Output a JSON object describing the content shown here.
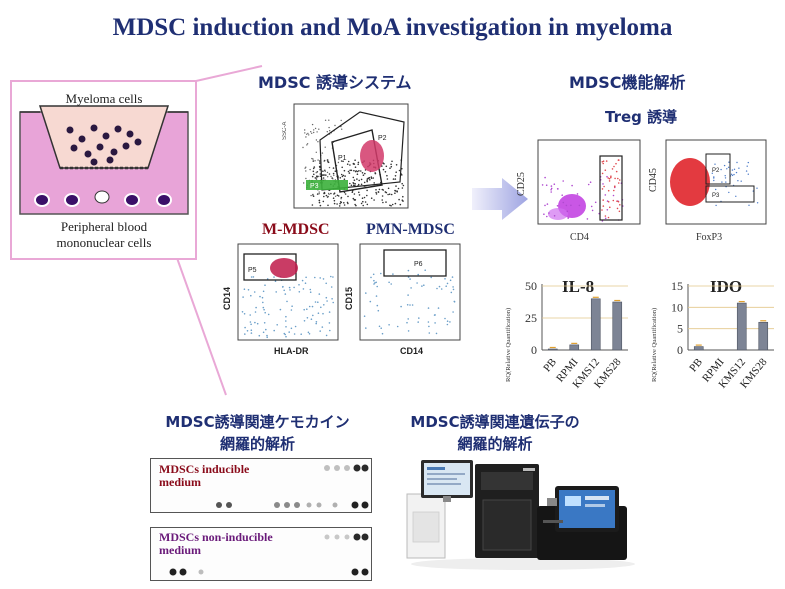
{
  "title": "MDSC induction and MoA investigation in myeloma",
  "induction": {
    "heading": "MDSC 誘導システム",
    "well_top_label": "Myeloma cells",
    "well_bottom_label_1": "Peripheral blood",
    "well_bottom_label_2": "mononuclear cells",
    "m_mdsc_label": "M-MDSC",
    "pmn_mdsc_label": "PMN-MDSC",
    "m_plot": {
      "gate": "P5",
      "x_axis": "HLA-DR",
      "y_axis": "CD14"
    },
    "pmn_plot": {
      "gate": "P6",
      "x_axis": "CD14",
      "y_axis": "CD15"
    },
    "scatter_gates": [
      "P1",
      "P2",
      "P3"
    ]
  },
  "function": {
    "heading": "MDSC機能解析",
    "treg_heading": "Treg 誘導",
    "cd25_plot": {
      "x_axis": "CD4",
      "y_axis": "CD25"
    },
    "cd45_plot": {
      "x_axis": "FoxP3",
      "y_axis": "CD45",
      "gates": [
        "P2",
        "P3"
      ]
    }
  },
  "chart_data": [
    {
      "type": "bar",
      "title": "IL-8",
      "ylabel": "RQ(Relative Quantification)",
      "categories": [
        "PB",
        "RPMI",
        "KMS12",
        "KMS28"
      ],
      "values": [
        0.8,
        4,
        40,
        37.5
      ],
      "yticks": [
        0,
        25,
        50
      ],
      "ylim": [
        0,
        50
      ]
    },
    {
      "type": "bar",
      "title": "IDO",
      "ylabel": "RQ(Relative Quantification)",
      "categories": [
        "PB",
        "RPMI",
        "KMS12",
        "KMS28"
      ],
      "values": [
        0.8,
        0,
        11,
        6.5
      ],
      "yticks": [
        0,
        5,
        10,
        15
      ],
      "ylim": [
        0,
        15
      ]
    }
  ],
  "chemokine": {
    "heading_1": "MDSC誘導関連ケモカイン",
    "heading_2": "網羅的解析",
    "blot1_label_1": "MDSCs inducible",
    "blot1_label_2": "medium",
    "blot2_label_1": "MDSCs non-inducible",
    "blot2_label_2": "medium"
  },
  "gene": {
    "heading_1": "MDSC誘導関連遺伝子の",
    "heading_2": "網羅的解析"
  },
  "colors": {
    "title": "#1f2f73",
    "m_mdsc": "#8a0b1a",
    "pink_frame": "#e9a8d6",
    "bar_fill": "#7d8495"
  }
}
